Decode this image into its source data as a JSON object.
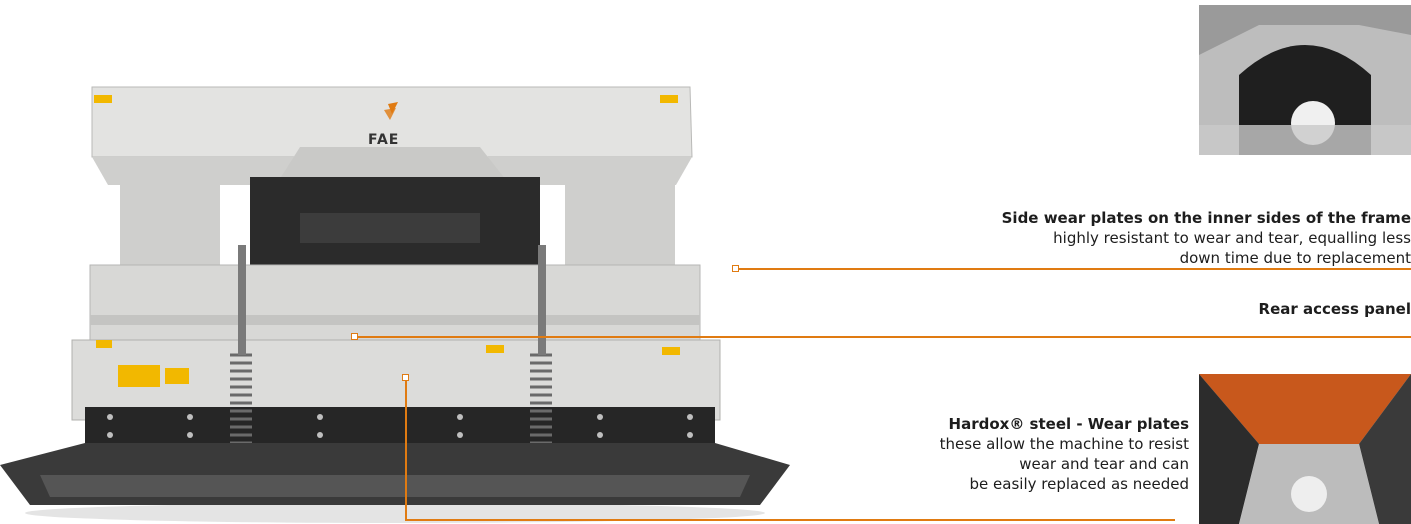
{
  "brand": {
    "logo_text": "FAE",
    "accent": "#e07b12"
  },
  "features": [
    {
      "title": "Side wear plates on the inner sides of the frame",
      "description_lines": [
        "highly resistant to wear and tear, equalling less",
        "down time due to replacement"
      ]
    },
    {
      "title": "Rear access panel"
    },
    {
      "title": "Hardox® steel - Wear plates",
      "description_lines": [
        "these allow the machine to resist",
        "wear and tear and can",
        "be easily replaced as needed"
      ]
    }
  ],
  "colors": {
    "frame": "#d9d9d7",
    "dark": "#262626",
    "accent": "#e07b12",
    "warning": "#f2b800",
    "thumb_orange": "#c8581c"
  }
}
